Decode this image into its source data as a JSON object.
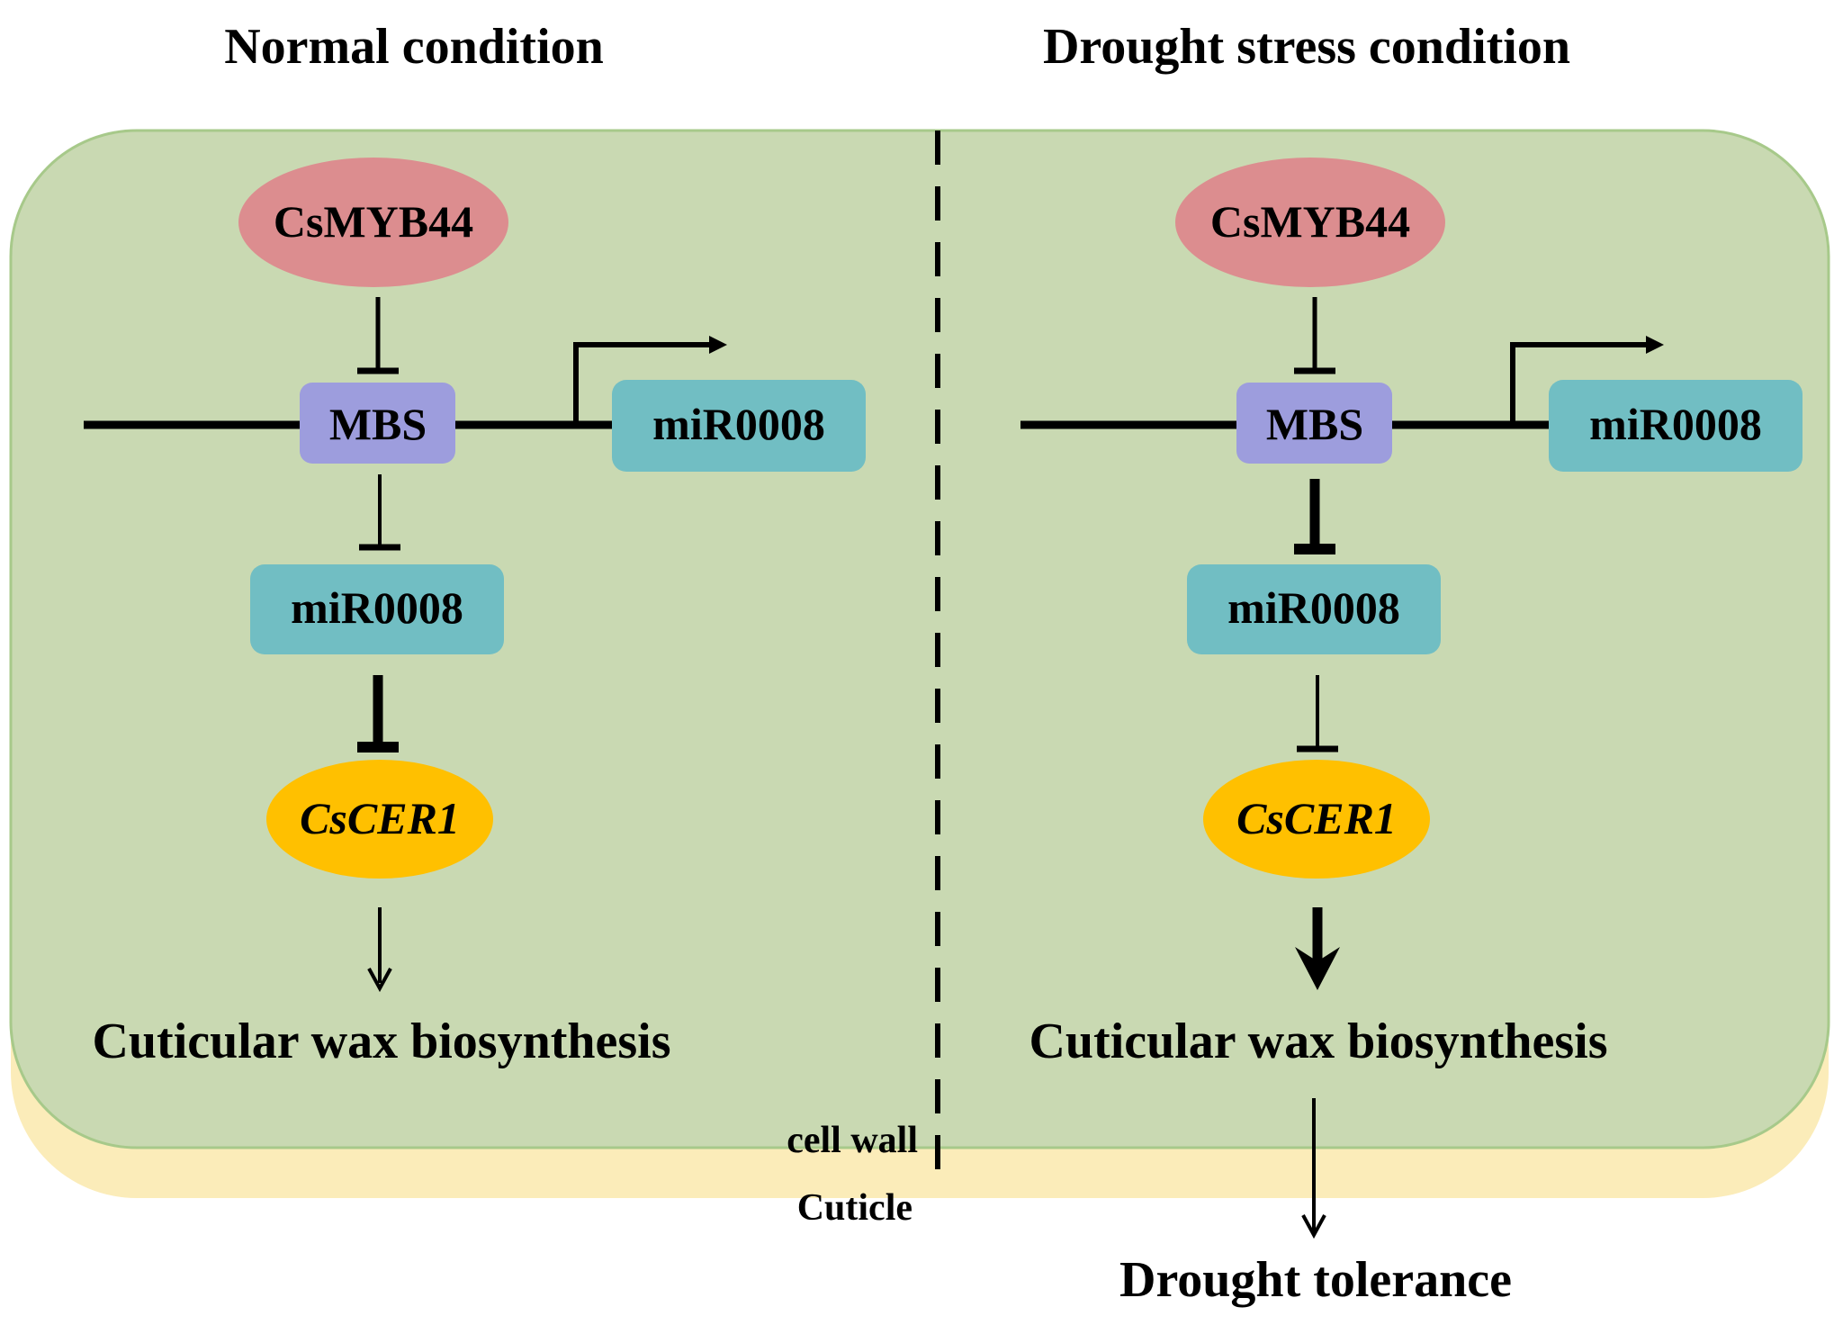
{
  "titles": {
    "normal": "Normal condition",
    "drought": "Drought stress condition"
  },
  "colors": {
    "cell": "#c9d9b2",
    "cell_border": "#a7c98a",
    "cuticle": "#fbecb9",
    "csmyb44": "#dc8d8f",
    "mbs": "#9d9ddd",
    "mir": "#71bec3",
    "cscer1": "#ffc000",
    "line": "#000000"
  },
  "panels": [
    {
      "id": "normal",
      "csmyb44": "CsMYB44",
      "mbs": "MBS",
      "mir_gene": "miR0008",
      "mir_product": "miR0008",
      "cscer1": "CsCER1",
      "output": "Cuticular wax biosynthesis",
      "mbs_to_mir": "weak inhibition",
      "mir_to_cer1": "strong inhibition",
      "cer1_to_wax": "weak activation"
    },
    {
      "id": "drought",
      "csmyb44": "CsMYB44",
      "mbs": "MBS",
      "mir_gene": "miR0008",
      "mir_product": "miR0008",
      "cscer1": "CsCER1",
      "output": "Cuticular wax biosynthesis",
      "mbs_to_mir": "strong inhibition",
      "mir_to_cer1": "weak inhibition",
      "cer1_to_wax": "strong activation"
    }
  ],
  "layers": {
    "cell_wall": "cell wall",
    "cuticle": "Cuticle"
  },
  "final_output": "Drought tolerance"
}
